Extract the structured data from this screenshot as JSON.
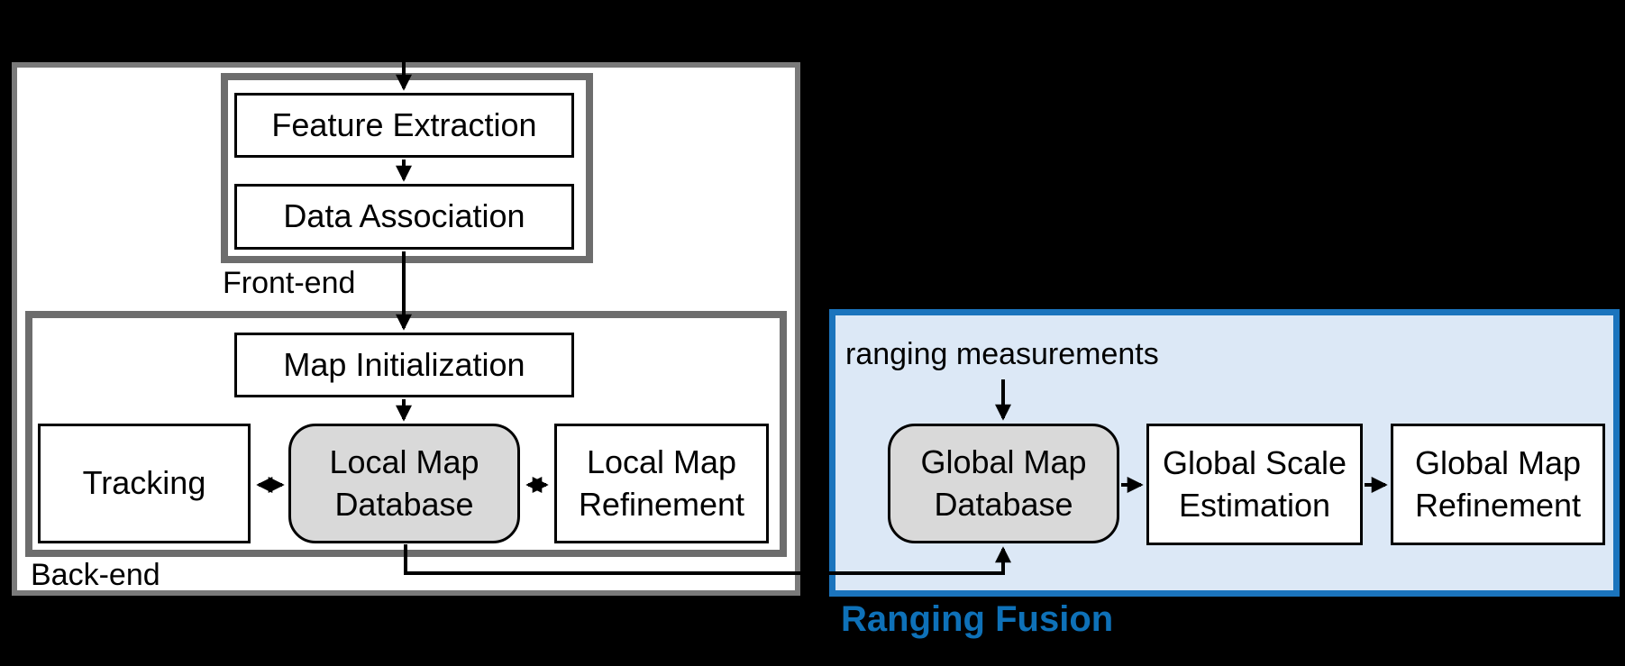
{
  "diagram": {
    "slam_panel": {
      "front_end": {
        "label": "Front-end",
        "feature_extraction": "Feature Extraction",
        "data_association": "Data Association"
      },
      "back_end": {
        "label": "Back-end",
        "map_initialization": "Map Initialization",
        "tracking": "Tracking",
        "local_map_database": "Local Map\nDatabase",
        "local_map_refinement": "Local Map\nRefinement"
      }
    },
    "ranging_fusion_panel": {
      "label": "Ranging Fusion",
      "input_label": "ranging measurements",
      "global_map_database": "Global Map\nDatabase",
      "global_scale_estimation": "Global Scale\nEstimation",
      "global_map_refinement": "Global Map\nRefinement"
    },
    "colors": {
      "background": "#000000",
      "panel_fill": "#ffffff",
      "panel_border": "#7a7a7a",
      "group_border": "#6d6d6d",
      "box_border": "#000000",
      "database_fill": "#d9d9d9",
      "ranging_fill": "#dce8f6",
      "ranging_border": "#1b74bd",
      "ranging_label_color": "#0e71b8",
      "arrow_color": "#000000"
    }
  }
}
